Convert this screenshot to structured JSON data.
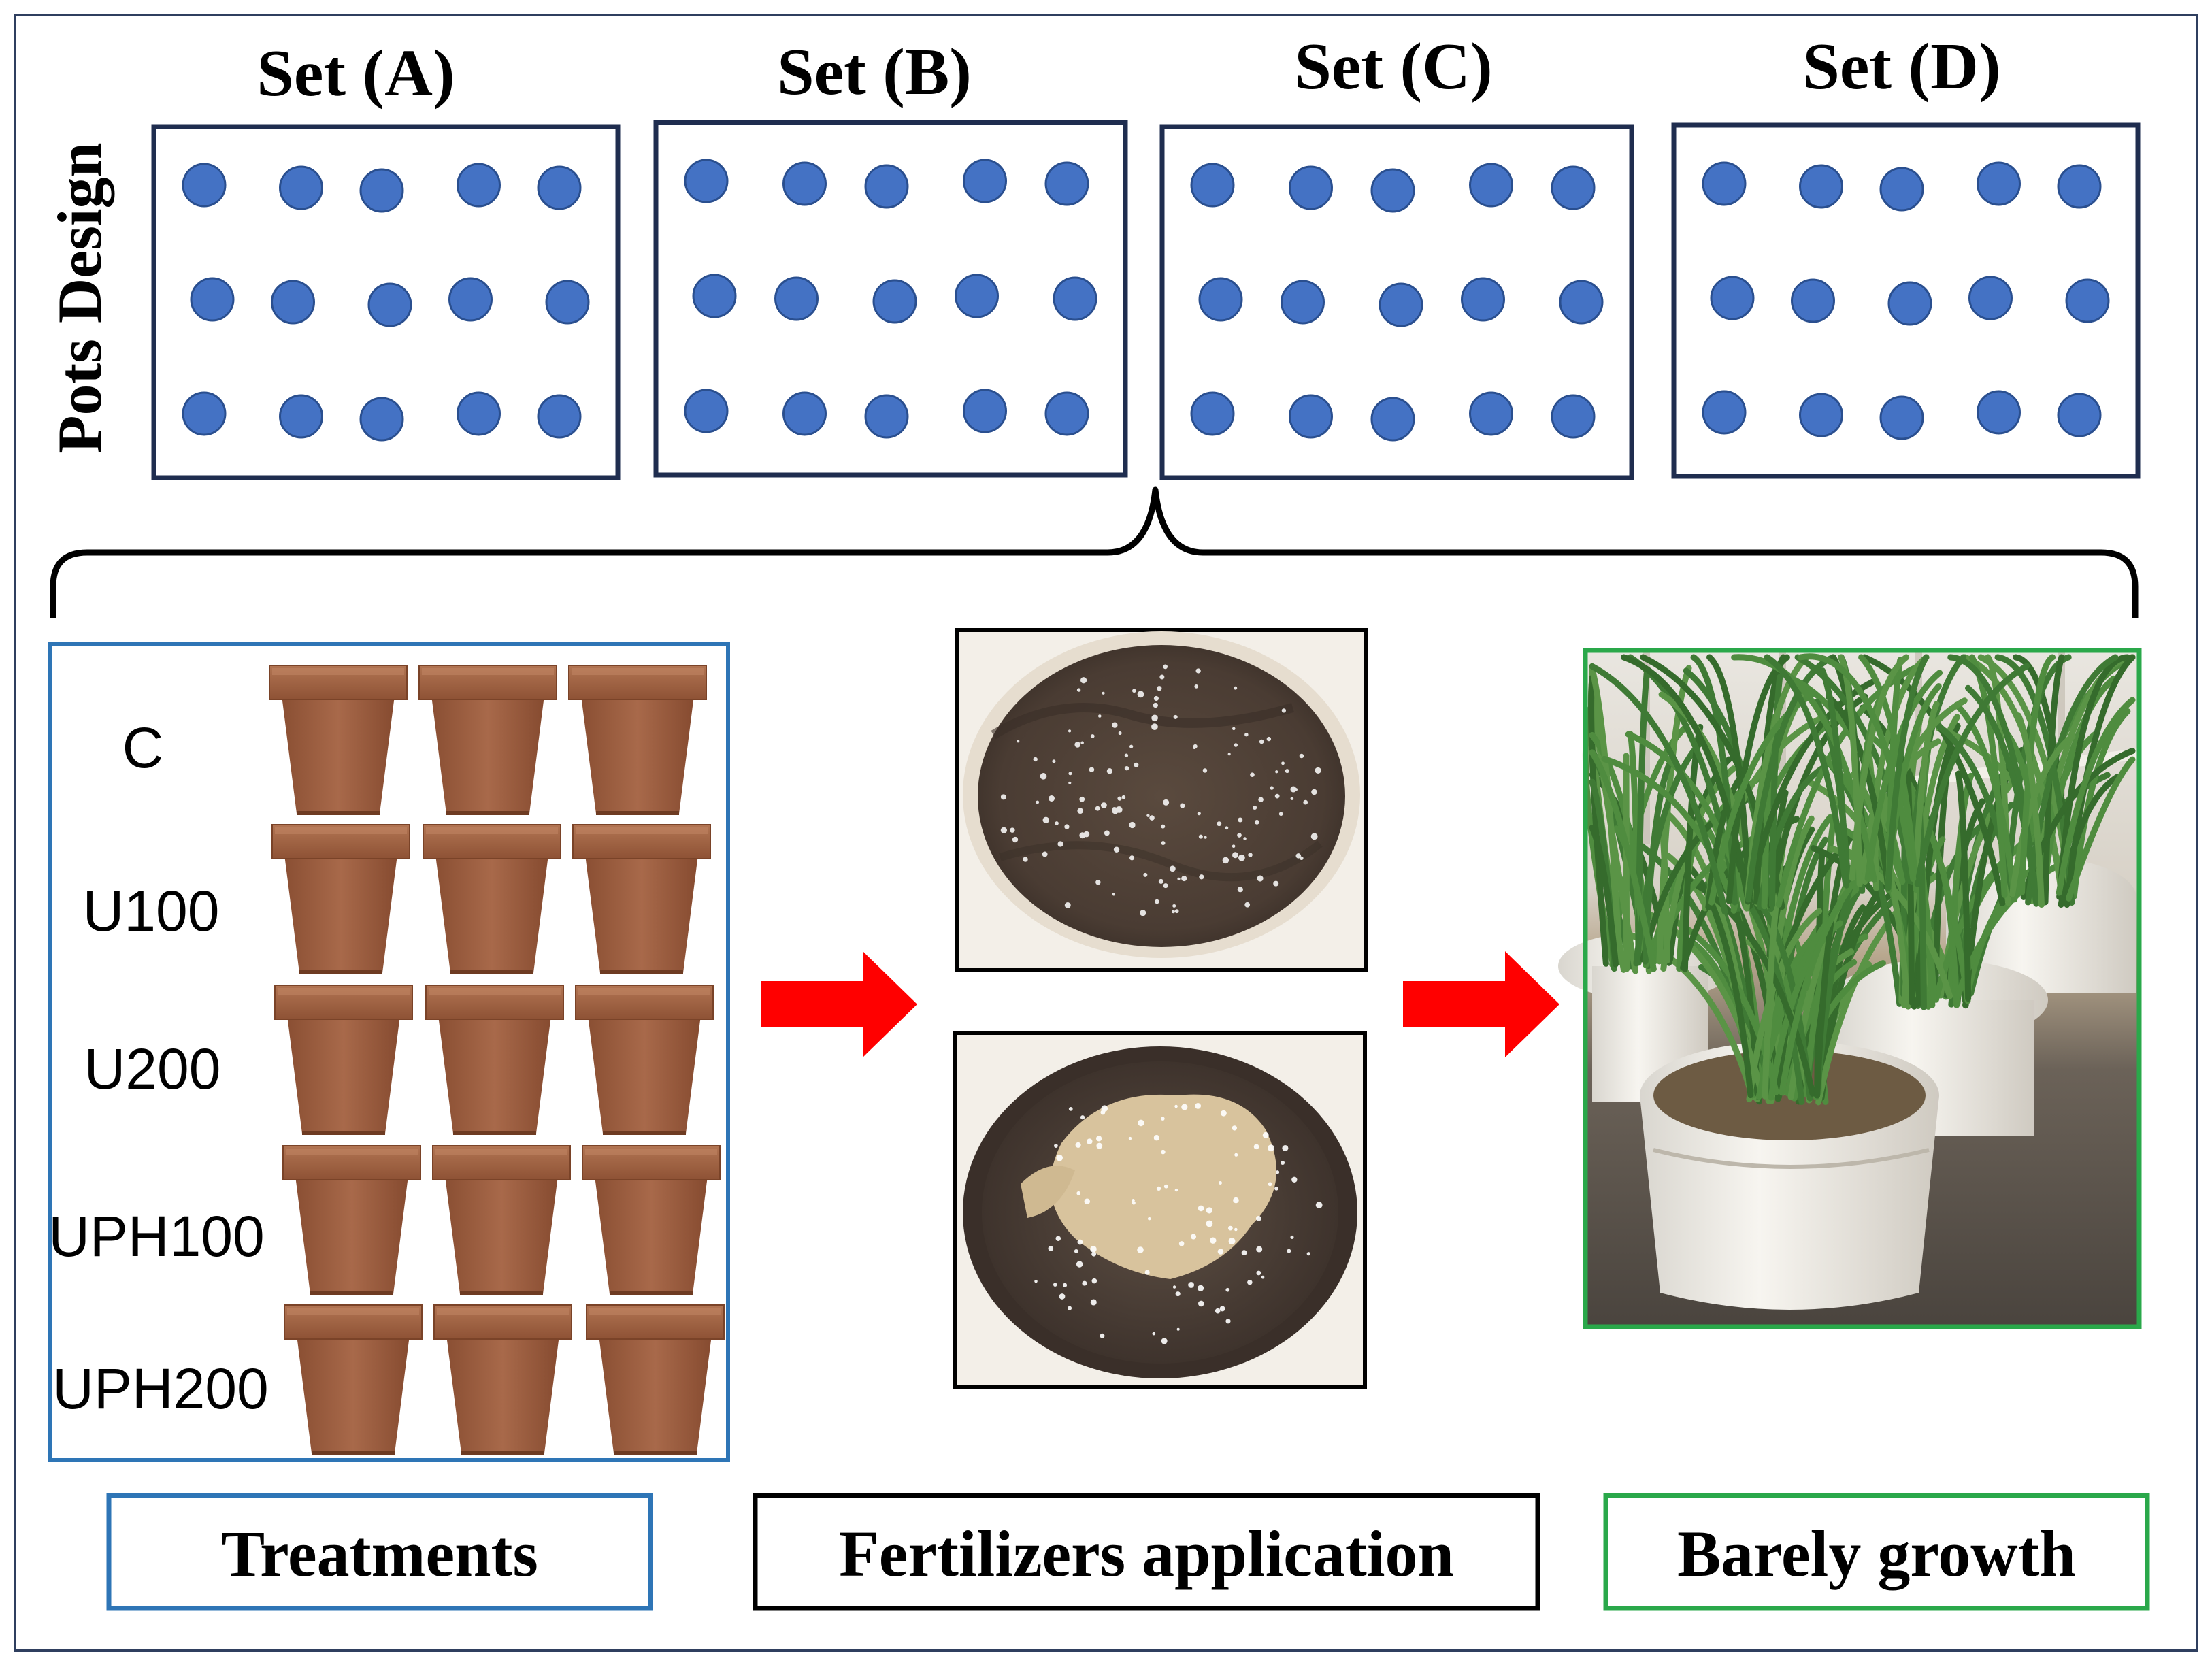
{
  "side_label": "Pots Design",
  "sets": [
    {
      "label": "Set (A)"
    },
    {
      "label": "Set (B)"
    },
    {
      "label": "Set (C)"
    },
    {
      "label": "Set (D)"
    }
  ],
  "pots_per_set": {
    "rows": 3,
    "cols": 5
  },
  "treatments": [
    {
      "label": "C"
    },
    {
      "label": "U100"
    },
    {
      "label": "U200"
    },
    {
      "label": "UPH100"
    },
    {
      "label": "UPH200"
    }
  ],
  "pots_per_treatment": 3,
  "stages": {
    "treatments": "Treatments",
    "fertilizers": "Fertilizers application",
    "growth": "Barely growth"
  },
  "colors": {
    "frame": "#2f3f5f",
    "set_border": "#1f2d4f",
    "pot_dot": "#4472c4",
    "pot_dot_outline": "#2a4f8f",
    "treatments_border": "#2e75b6",
    "growth_border": "#2aa84a",
    "arrow": "#ff0000",
    "clay_pot": "#9a5a3c"
  }
}
